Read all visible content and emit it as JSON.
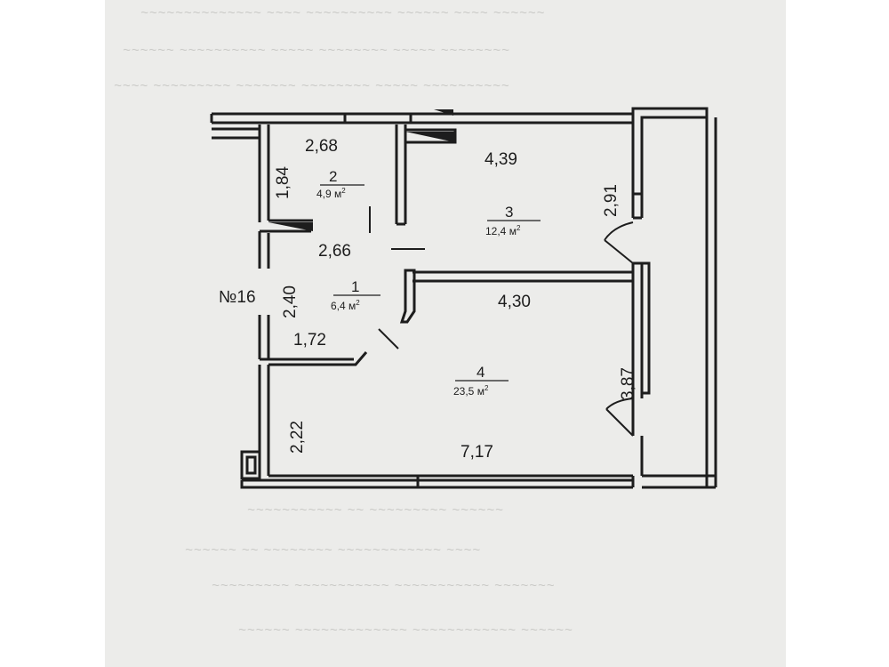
{
  "plan": {
    "apartment_label": "№16",
    "rooms": [
      {
        "number": "1",
        "area": "6,4",
        "unit": "м",
        "sup": "2"
      },
      {
        "number": "2",
        "area": "4,9",
        "unit": "м",
        "sup": "2"
      },
      {
        "number": "3",
        "area": "12,4",
        "unit": "м",
        "sup": "2"
      },
      {
        "number": "4",
        "area": "23,5",
        "unit": "м",
        "sup": "2"
      }
    ],
    "dimensions": {
      "d_2_68": "2,68",
      "d_1_84": "1,84",
      "d_4_39": "4,39",
      "d_2_91": "2,91",
      "d_2_66": "2,66",
      "d_2_40": "2,40",
      "d_4_30": "4,30",
      "d_1_72": "1,72",
      "d_3_87": "3,87",
      "d_2_22": "2,22",
      "d_7_17": "7,17"
    }
  },
  "colors": {
    "wall": "#1d1d1d",
    "paper": "#ececea",
    "background": "#ffffff"
  }
}
